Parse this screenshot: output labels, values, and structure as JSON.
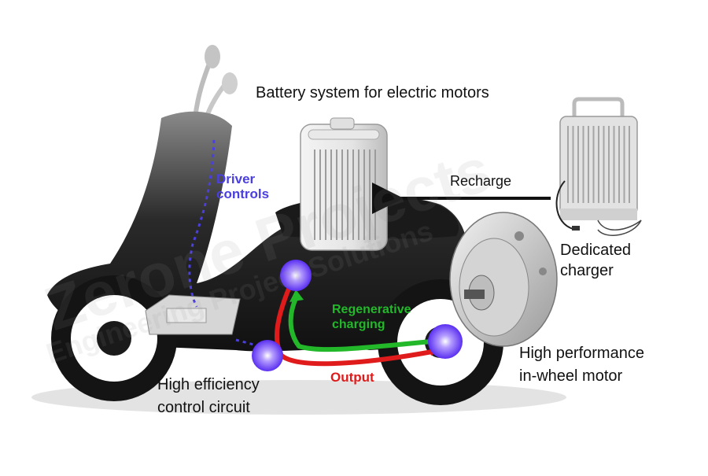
{
  "labels": {
    "battery": "Battery system for electric motors",
    "recharge": "Recharge",
    "charger": "Dedicated\ncharger",
    "driver": "Driver\ncontrols",
    "regen": "Regenerative\ncharging",
    "output": "Output",
    "motor": "High performance\nin-wheel motor",
    "control": "High efficiency\ncontrol circuit"
  },
  "watermark": {
    "main": "Zerone Projects",
    "sub": "Engineering Project Solutions"
  },
  "colors": {
    "driver_text": "#4a3fe0",
    "regen_arrow": "#22b82a",
    "output_arrow": "#e01b1b",
    "node_glow": "#7a4dff",
    "scooter_body": "#1e1e1e"
  }
}
